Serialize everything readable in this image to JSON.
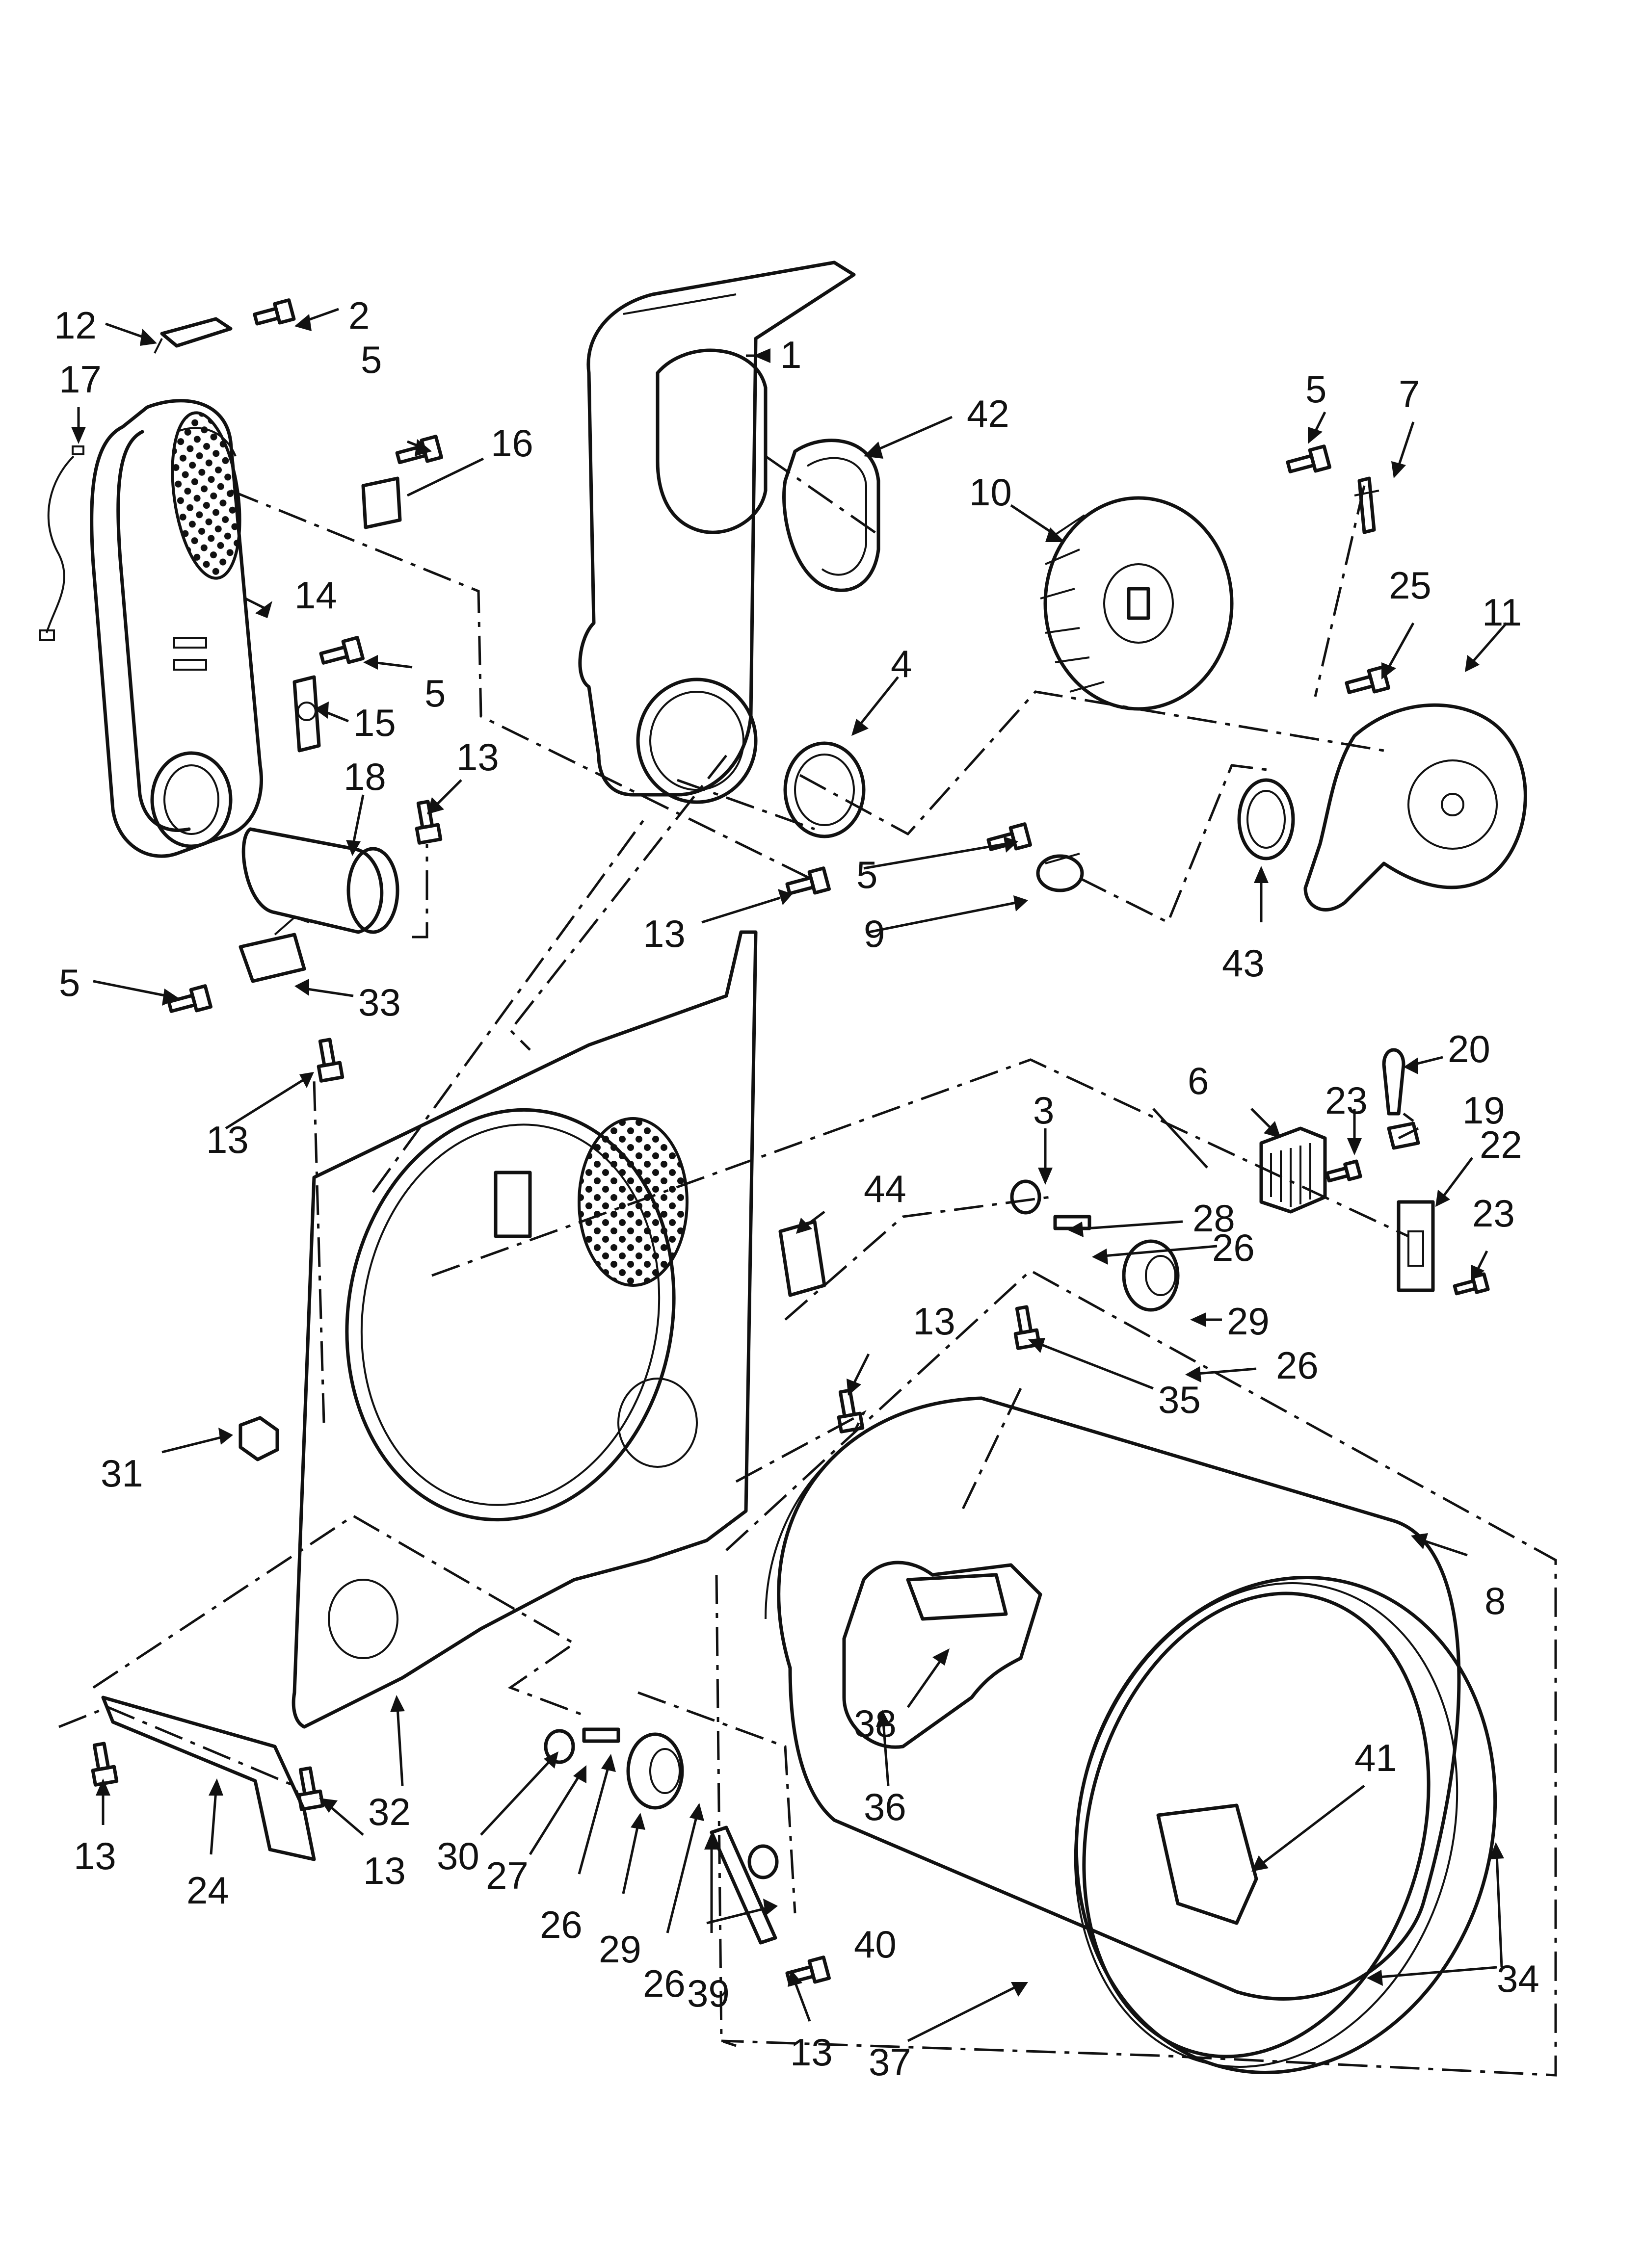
{
  "diagram": {
    "callouts": [
      "1",
      "2",
      "3",
      "4",
      "5",
      "5",
      "5",
      "5",
      "5",
      "6",
      "7",
      "8",
      "9",
      "10",
      "11",
      "12",
      "13",
      "13",
      "13",
      "13",
      "13",
      "13",
      "13",
      "14",
      "15",
      "16",
      "17",
      "18",
      "19",
      "20",
      "22",
      "23",
      "23",
      "24",
      "25",
      "26",
      "26",
      "26",
      "26",
      "27",
      "28",
      "29",
      "29",
      "30",
      "31",
      "32",
      "33",
      "34",
      "35",
      "36",
      "37",
      "38",
      "39",
      "40",
      "41",
      "42",
      "43",
      "44"
    ]
  }
}
